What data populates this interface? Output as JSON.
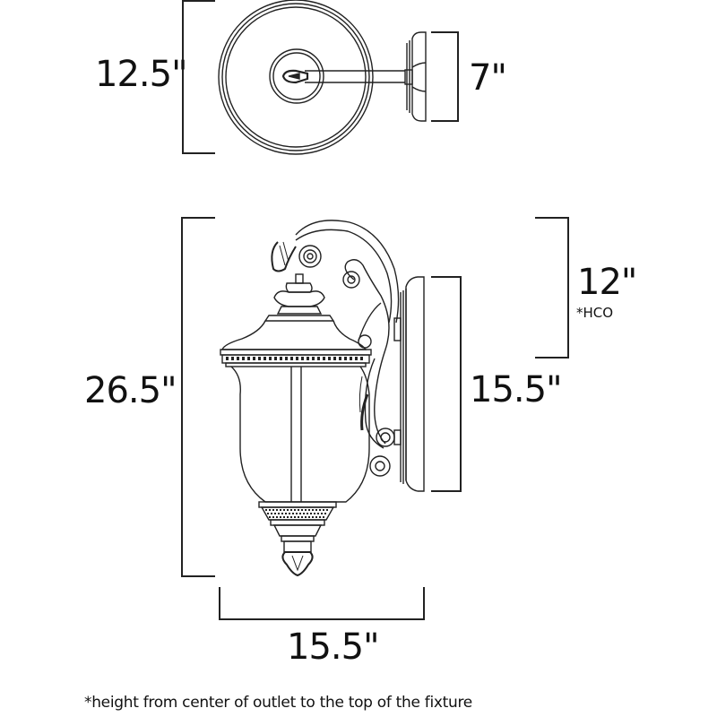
{
  "top_view": {
    "depth_label": "12.5\"",
    "backplate_label": "7\""
  },
  "side_view": {
    "height_label": "26.5\"",
    "hco_label": "12\"",
    "hco_note": "*HCO",
    "backplate_height_label": "15.5\"",
    "width_label": "15.5\""
  },
  "footnote": "*height from center of outlet to the top of the fixture",
  "colors": {
    "line": "#222222",
    "background": "#ffffff"
  }
}
